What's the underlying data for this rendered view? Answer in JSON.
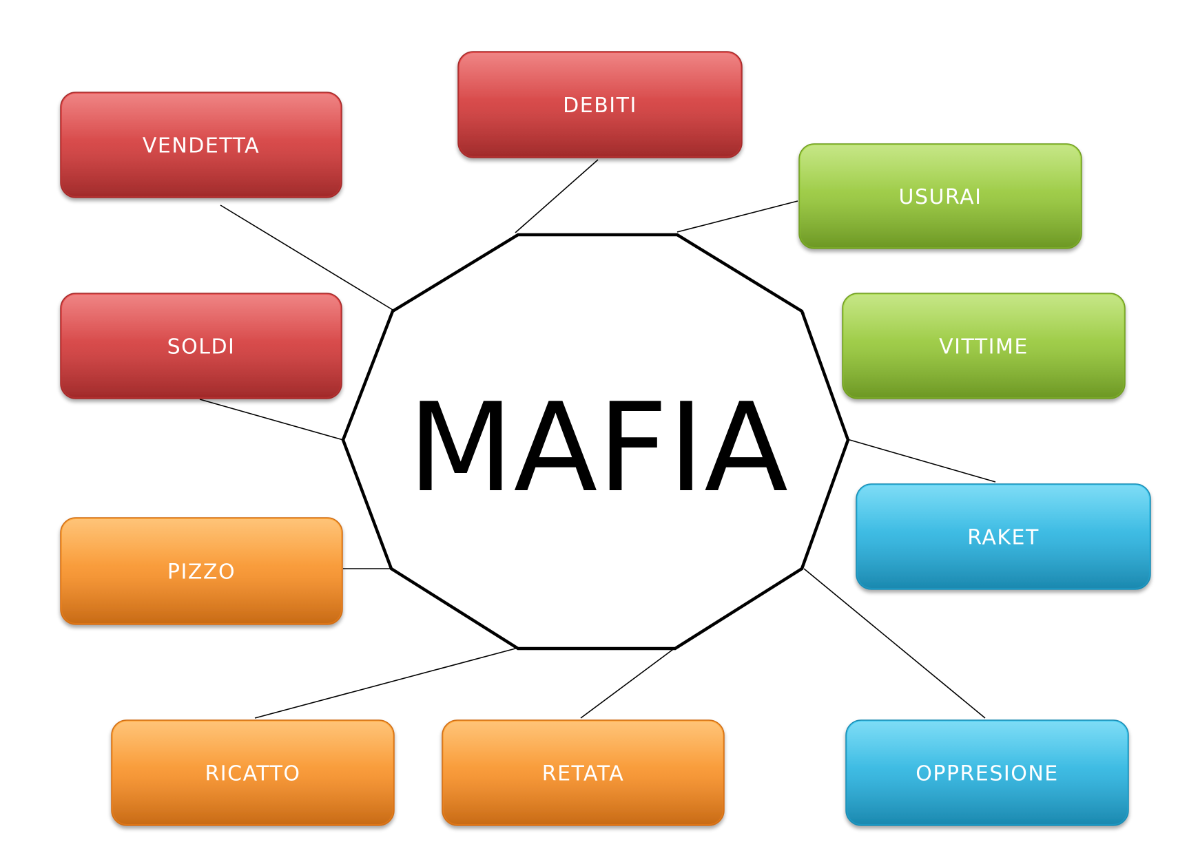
{
  "center": {
    "label": "MAFIA"
  },
  "nodes": [
    {
      "id": "vendetta",
      "label": "VENDETTA",
      "color": "red"
    },
    {
      "id": "debiti",
      "label": "DEBITI",
      "color": "red"
    },
    {
      "id": "usurai",
      "label": "USURAI",
      "color": "green"
    },
    {
      "id": "soldi",
      "label": "SOLDI",
      "color": "red"
    },
    {
      "id": "vittime",
      "label": "VITTIME",
      "color": "green"
    },
    {
      "id": "raket",
      "label": "RAKET",
      "color": "blue"
    },
    {
      "id": "pizzo",
      "label": "PIZZO",
      "color": "orange"
    },
    {
      "id": "ricatto",
      "label": "RICATTO",
      "color": "orange"
    },
    {
      "id": "retata",
      "label": "RETATA",
      "color": "orange"
    },
    {
      "id": "oppresione",
      "label": "OPPRESIONE",
      "color": "blue"
    }
  ],
  "palette": {
    "red": {
      "top": "#e04a4a",
      "bottom": "#b73232",
      "border": "#a32a2a"
    },
    "green": {
      "top": "#a6d64a",
      "bottom": "#7cae2a",
      "border": "#6f9c22"
    },
    "blue": {
      "top": "#3fc7ee",
      "bottom": "#1f9bc6",
      "border": "#1a8bb2"
    },
    "orange": {
      "top": "#ffa437",
      "bottom": "#e47a1a",
      "border": "#d06d12"
    }
  }
}
